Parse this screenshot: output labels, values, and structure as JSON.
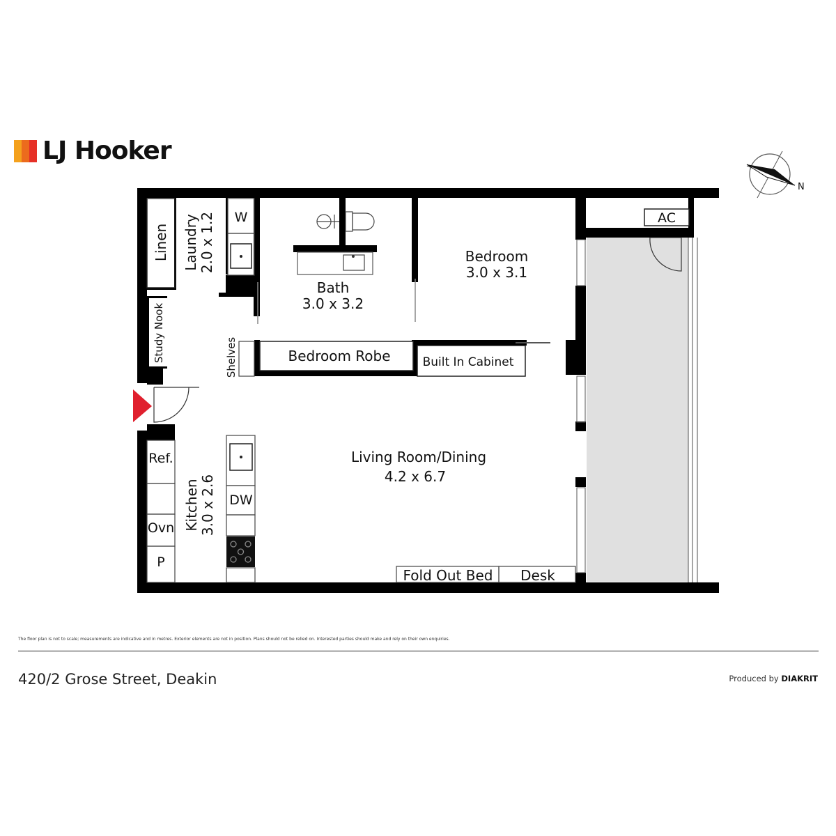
{
  "brand": {
    "name": "LJ Hooker",
    "bar_colors": [
      "#f4a11d",
      "#ec6b1d",
      "#e63027"
    ]
  },
  "compass": {
    "label": "N"
  },
  "rooms": {
    "linen": "Linen",
    "laundry": {
      "name": "Laundry",
      "size": "2.0 x 1.2"
    },
    "washer": "W",
    "bath": {
      "name": "Bath",
      "size": "3.0 x 3.2"
    },
    "bedroom": {
      "name": "Bedroom",
      "size": "3.0 x 3.1"
    },
    "ac": "AC",
    "study_nook": "Study Nook",
    "shelves": "Shelves",
    "bedroom_robe": "Bedroom Robe",
    "built_in_cabinet": "Built In Cabinet",
    "living": {
      "name": "Living Room/Dining",
      "size": "4.2 x 6.7"
    },
    "refrigerator": "Ref.",
    "oven": "Ovn",
    "pantry": "P",
    "kitchen": {
      "name": "Kitchen",
      "size": "3.0 x 2.6"
    },
    "dishwasher": "DW",
    "fold_out_bed": "Fold Out Bed",
    "desk": "Desk"
  },
  "colors": {
    "wall": "#000000",
    "balcony": "#e0e0e0",
    "entry_marker": "#e0202e"
  },
  "footer": {
    "disclaimer": "The floor plan is not to scale; measurements are indicative and in metres. Exterior elements are not in position. Plans should not be relied on. Interested parties should make and rely on their own enquiries.",
    "address": "420/2 Grose Street, Deakin",
    "produced_prefix": "Produced by",
    "produced_brand": "DIAKRIT"
  }
}
